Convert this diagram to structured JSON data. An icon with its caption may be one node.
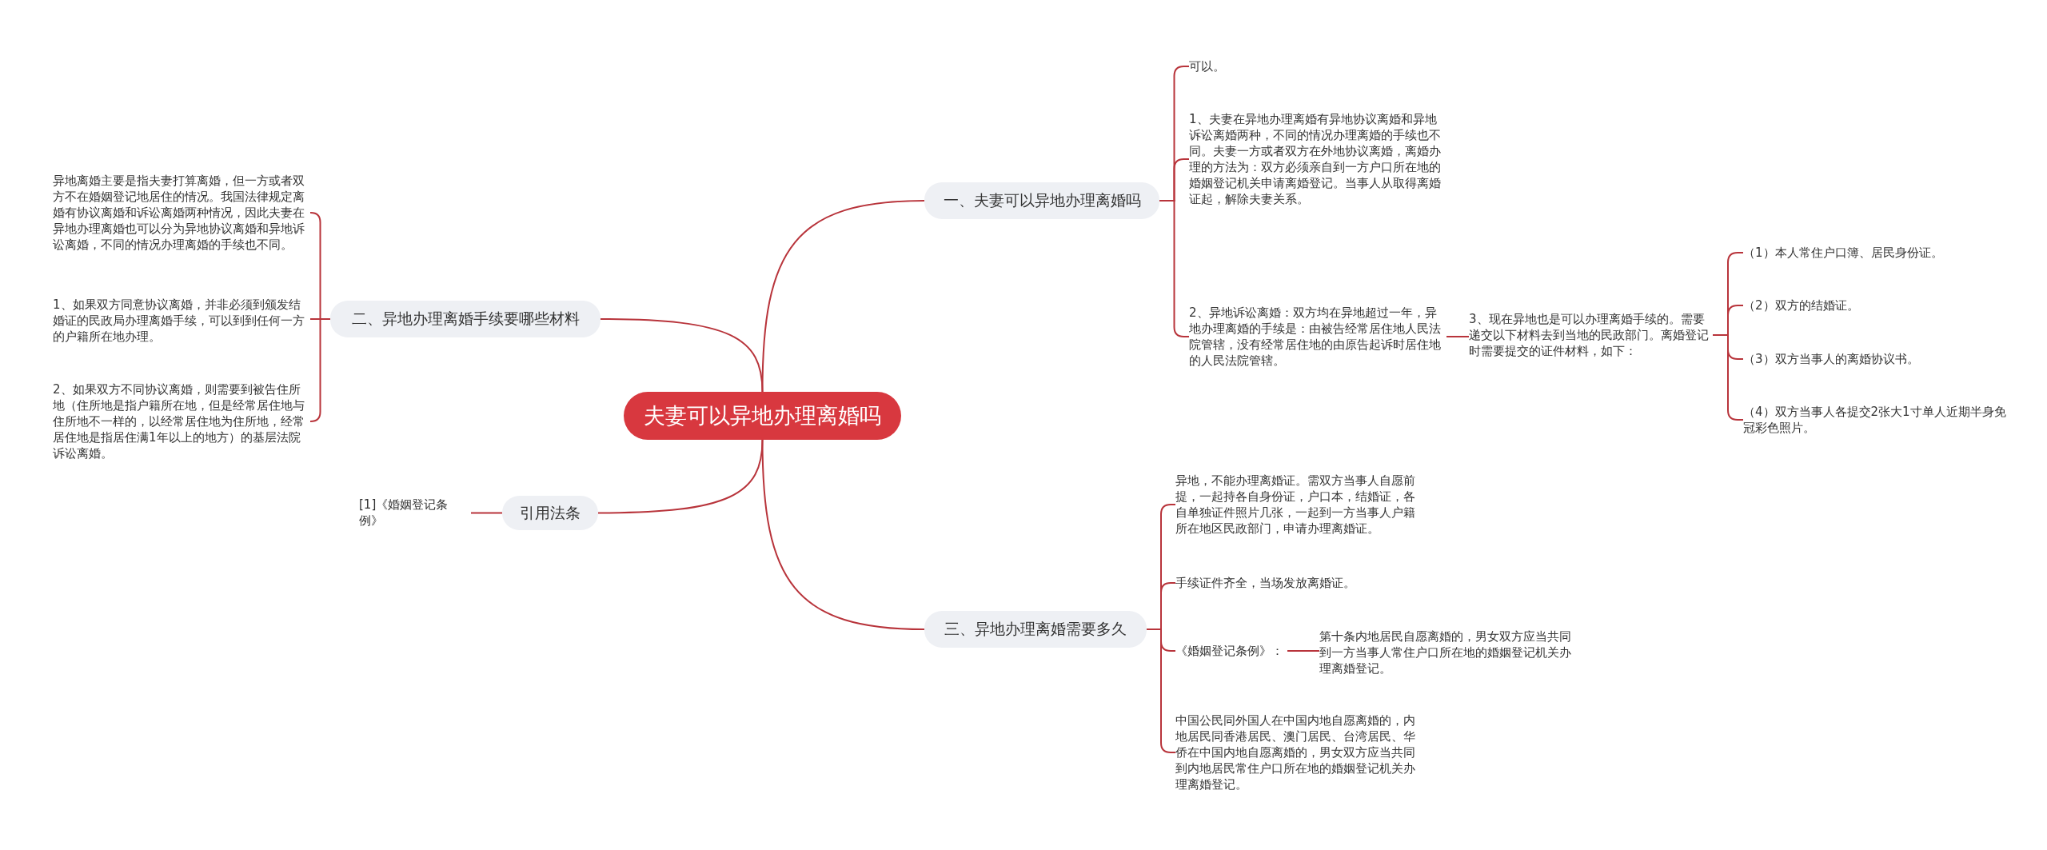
{
  "diagram": {
    "nodes": [
      {
        "text": [
          "夫妻可以异地办理离婚吗"
        ]
      },
      {
        "text": [
          "一、夫妻可以异地办理离婚吗"
        ]
      },
      {
        "text": [
          "可以。"
        ]
      },
      {
        "text": [
          "1、夫妻在异地办理离婚有异地协议离婚和异地诉讼离婚两种，不同的情况办理离婚的手续也不同。夫妻一方或者双方在外地协议离婚，离婚办理的方法为：双方必须亲自到一方户口所在地的婚姻登记机关申请离婚登记。当事人从取得离婚证起，解除夫妻关系。"
        ]
      },
      {
        "text": [
          "2、异地诉讼离婚：双方均在异地超过一年，异地办理离婚的手续是：由被告经常居住地人民法院管辖，没有经常居住地的由原告起诉时居住地的人民法院管辖。"
        ]
      },
      {
        "text": [
          "3、现在异地也是可以办理离婚手续的。需要递交以下材料去到当地的民政部门。离婚登记时需要提交的证件材料，如下："
        ]
      },
      {
        "text": [
          "（1）本人常住户口簿、居民身份证。"
        ]
      },
      {
        "text": [
          "（2）双方的结婚证。"
        ]
      },
      {
        "text": [
          "（3）双方当事人的离婚协议书。"
        ]
      },
      {
        "text": [
          "（4）双方当事人各提交2张大1寸单人近期半身免冠彩色照片。"
        ]
      },
      {
        "text": [
          "二、异地办理离婚手续要哪些材料"
        ]
      },
      {
        "text": [
          "异地离婚主要是指夫妻打算离婚，但一方或者双方不在婚姻登记地居住的情况。我国法律规定离婚有协议离婚和诉讼离婚两种情况，因此夫妻在异地办理离婚也可以分为异地协议离婚和异地诉讼离婚，不同的情况办理离婚的手续也不同。"
        ]
      },
      {
        "text": [
          "1、如果双方同意协议离婚，并非必须到颁发结婚证的民政局办理离婚手续，可以到到任何一方的户籍所在地办理。"
        ]
      },
      {
        "text": [
          "2、如果双方不同协议离婚，则需要到被告住所地（住所地是指户籍所在地，但是经常居住地与住所地不一样的，以经常居住地为住所地，经常居住地是指居住满1年以上的地方）的基层法院诉讼离婚。"
        ]
      },
      {
        "text": [
          "引用法条"
        ]
      },
      {
        "text": [
          "[1]《婚姻登记条例》"
        ]
      },
      {
        "text": [
          "三、异地办理离婚需要多久"
        ]
      },
      {
        "text": [
          "异地，不能办理离婚证。需双方当事人自愿前提，一起持各自身份证，户口本，结婚证，各自单独证件照片几张，一起到一方当事人户籍所在地区民政部门，申请办理离婚证。"
        ]
      },
      {
        "text": [
          "手续证件齐全，当场发放离婚证。"
        ]
      },
      {
        "text": [
          "《婚姻登记条例》："
        ]
      },
      {
        "text": [
          "第十条内地居民自愿离婚的，男女双方应当共同到一方当事人常住户口所在地的婚姻登记机关办理离婚登记。"
        ]
      },
      {
        "text": [
          "中国公民同外国人在中国内地自愿离婚的，内地居民同香港居民、澳门居民、台湾居民、华侨在中国内地自愿离婚的，男女双方应当共同到内地居民常住户口所在地的婚姻登记机关办理离婚登记。"
        ]
      }
    ],
    "edges": [
      {
        "from": 0,
        "to": 1,
        "arrow": "none"
      },
      {
        "from": 0,
        "to": 10,
        "arrow": "none"
      },
      {
        "from": 0,
        "to": 14,
        "arrow": "none"
      },
      {
        "from": 0,
        "to": 16,
        "arrow": "none"
      },
      {
        "from": 1,
        "to": 2,
        "arrow": "none"
      },
      {
        "from": 1,
        "to": 3,
        "arrow": "none"
      },
      {
        "from": 1,
        "to": 4,
        "arrow": "none"
      },
      {
        "from": 4,
        "to": 5,
        "arrow": "none"
      },
      {
        "from": 5,
        "to": 6,
        "arrow": "none"
      },
      {
        "from": 5,
        "to": 7,
        "arrow": "none"
      },
      {
        "from": 5,
        "to": 8,
        "arrow": "none"
      },
      {
        "from": 5,
        "to": 9,
        "arrow": "none"
      },
      {
        "from": 10,
        "to": 11,
        "arrow": "none"
      },
      {
        "from": 10,
        "to": 12,
        "arrow": "none"
      },
      {
        "from": 10,
        "to": 13,
        "arrow": "none"
      },
      {
        "from": 14,
        "to": 15,
        "arrow": "none"
      },
      {
        "from": 16,
        "to": 17,
        "arrow": "none"
      },
      {
        "from": 16,
        "to": 18,
        "arrow": "none"
      },
      {
        "from": 16,
        "to": 19,
        "arrow": "none"
      },
      {
        "from": 16,
        "to": 21,
        "arrow": "none"
      },
      {
        "from": 19,
        "to": 20,
        "arrow": "none"
      }
    ]
  }
}
